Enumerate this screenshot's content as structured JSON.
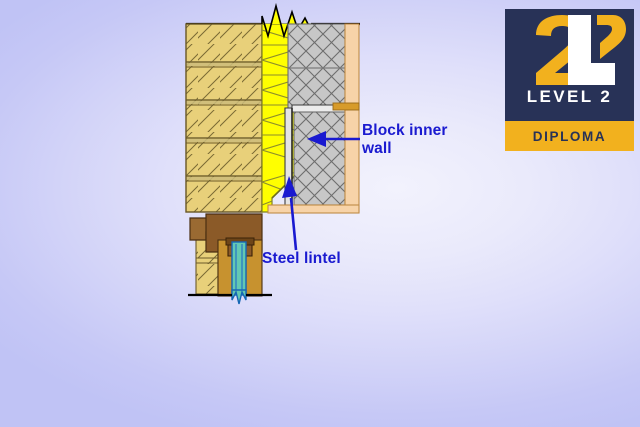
{
  "page": {
    "title": "Wall cavity cross-section detail with steel lintel",
    "background_color": "#dfe0fa"
  },
  "logo": {
    "name": "level-2-diploma-badge",
    "numeral": "2",
    "letter": "L",
    "level_text": "LEVEL 2",
    "diploma_text": "DIPLOMA",
    "navy": "#283257",
    "gold": "#f2b11e",
    "white": "#ffffff"
  },
  "callouts": [
    {
      "id": "block-inner-wall",
      "text": "Block inner\nwall",
      "color": "#1a1ad0",
      "arrow_direction": "left"
    },
    {
      "id": "steel-lintel",
      "text": "Steel lintel",
      "color": "#1a1ad0",
      "arrow_direction": "up"
    }
  ],
  "diagram": {
    "type": "construction-cross-section",
    "layers": [
      {
        "name": "brick-outer-leaf",
        "fill": "#e8d07a",
        "stroke": "#6b5a2a",
        "hatch": "diagonal-lines"
      },
      {
        "name": "cavity-insulation",
        "fill": "#ffff00",
        "stroke": "#8a8a2a",
        "hatch": "zigzag"
      },
      {
        "name": "block-inner-leaf",
        "fill": "#c6c6c6",
        "stroke": "#6e6e6e",
        "hatch": "cross-diagonal"
      },
      {
        "name": "internal-plaster",
        "fill": "#f7d0a4",
        "stroke": "#b07c3c",
        "hatch": "none"
      },
      {
        "name": "steel-lintel",
        "fill": "#e2e2e2",
        "stroke": "#4a4a4a",
        "hatch": "none"
      },
      {
        "name": "window-frame",
        "fill": "#8a5a28",
        "stroke": "#4a2f12",
        "hatch": "none"
      },
      {
        "name": "glazing-unit",
        "fill": "#5fc7b0",
        "stroke": "#1566b5",
        "hatch": "none"
      }
    ],
    "break_lines": [
      "top-insulation-zigzag",
      "bottom-glazing-zigzag"
    ],
    "cut_lines": [
      "top-section-line",
      "bottom-section-line"
    ]
  }
}
